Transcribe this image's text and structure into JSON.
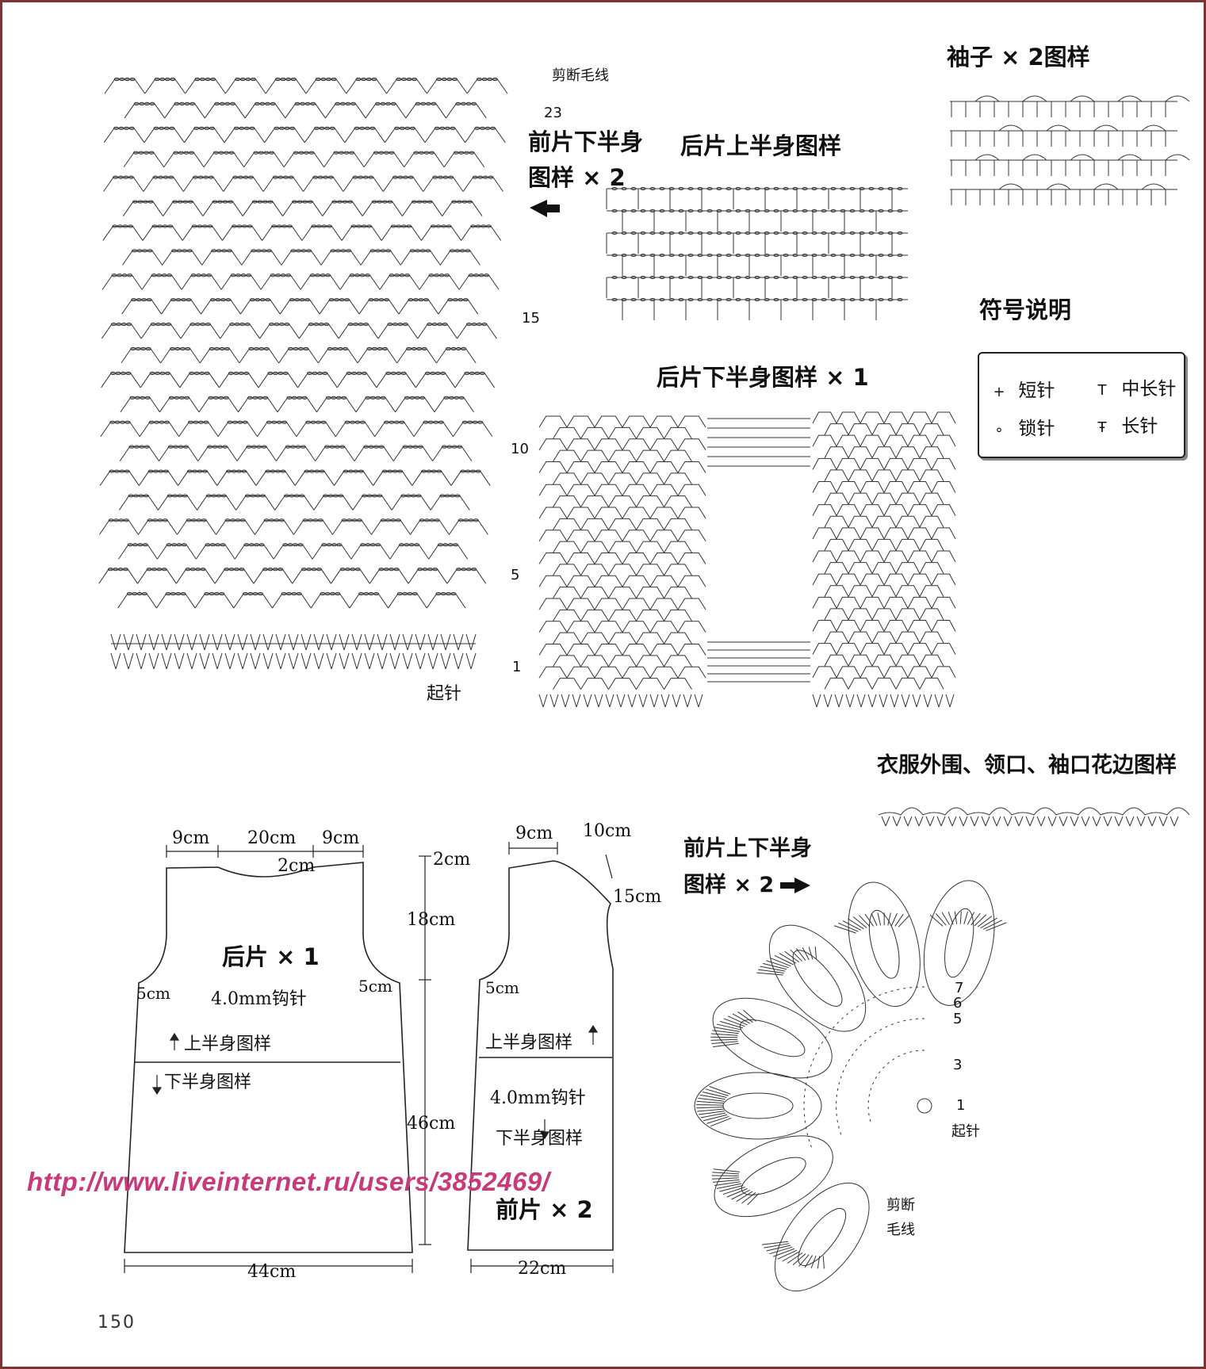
{
  "front_lower": {
    "cut_label": "剪断毛线",
    "title_line1": "前片下半身",
    "title_line2": "图样 × 2",
    "start_label": "起针",
    "row_markers": [
      "23",
      "15",
      "10",
      "5",
      "1"
    ]
  },
  "back_upper": {
    "title": "后片上半身图样"
  },
  "back_lower": {
    "title": "后片下半身图样 × 1"
  },
  "sleeve": {
    "title": "袖子 × 2图样"
  },
  "legend": {
    "title": "符号说明",
    "items": [
      {
        "symbol": "+",
        "label": "短针"
      },
      {
        "symbol": "T",
        "label": "中长针"
      },
      {
        "symbol": "∘",
        "label": "锁针"
      },
      {
        "symbol": "Ŧ",
        "label": "长针"
      }
    ]
  },
  "edging": {
    "title": "衣服外围、领口、袖口花边图样"
  },
  "motif": {
    "title_line1": "前片上下半身",
    "title_line2": "图样 × 2",
    "row_markers": [
      "7",
      "6",
      "5",
      "3",
      "1"
    ],
    "start_label": "起针",
    "cut_label_1": "剪断",
    "cut_label_2": "毛线"
  },
  "back_piece": {
    "dims": {
      "shoulder_left": "9cm",
      "neck": "20cm",
      "shoulder_right": "9cm",
      "neck_depth": "2cm",
      "armhole_left": "5cm",
      "armhole_right": "5cm",
      "width": "44cm"
    },
    "title": "后片 × 1",
    "hook": "4.0mm钩针",
    "upper_pattern": "上半身图样",
    "lower_pattern": "下半身图样"
  },
  "heights": {
    "shoulder_drop": "2cm",
    "armhole": "18cm",
    "body": "46cm"
  },
  "front_piece": {
    "dims": {
      "shoulder": "9cm",
      "neck": "10cm",
      "neck_depth": "15cm",
      "armhole": "5cm",
      "width": "22cm"
    },
    "upper_pattern": "上半身图样",
    "hook": "4.0mm钩针",
    "lower_pattern": "下半身图样",
    "title": "前片 × 2"
  },
  "watermark": "http://www.liveinternet.ru/users/3852469/",
  "page_number": "150",
  "colors": {
    "frame": "#7a3434",
    "watermark": "#c93a7a",
    "ink": "#111111"
  }
}
